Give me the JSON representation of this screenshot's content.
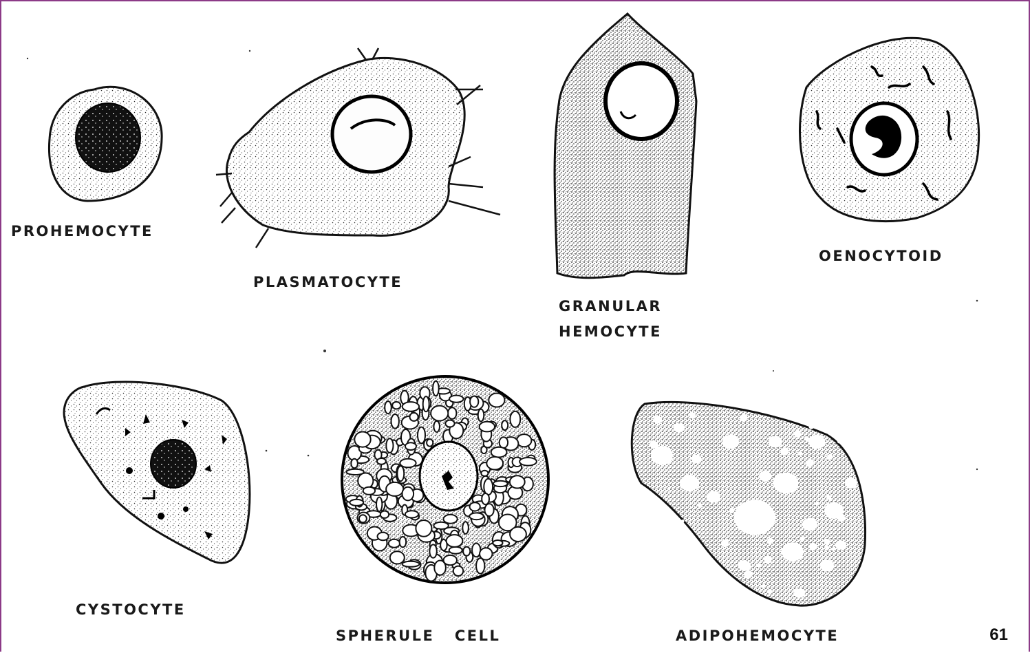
{
  "cells": [
    {
      "id": "prohemocyte",
      "label": "PROHEMOCYTE"
    },
    {
      "id": "plasmatocyte",
      "label": "PLASMATOCYTE"
    },
    {
      "id": "granular-hemocyte",
      "label_line1": "GRANULAR",
      "label_line2": "HEMOCYTE"
    },
    {
      "id": "oenocytoid",
      "label": "OENOCYTOID"
    },
    {
      "id": "cystocyte",
      "label": "CYSTOCYTE"
    },
    {
      "id": "spherule-cell",
      "label": "SPHERULE   CELL"
    },
    {
      "id": "adipohemocyte",
      "label": "ADIPOHEMOCYTE"
    }
  ],
  "page_number": "61",
  "colors": {
    "border": "#8c3a87",
    "ink": "#1a1a1a"
  }
}
